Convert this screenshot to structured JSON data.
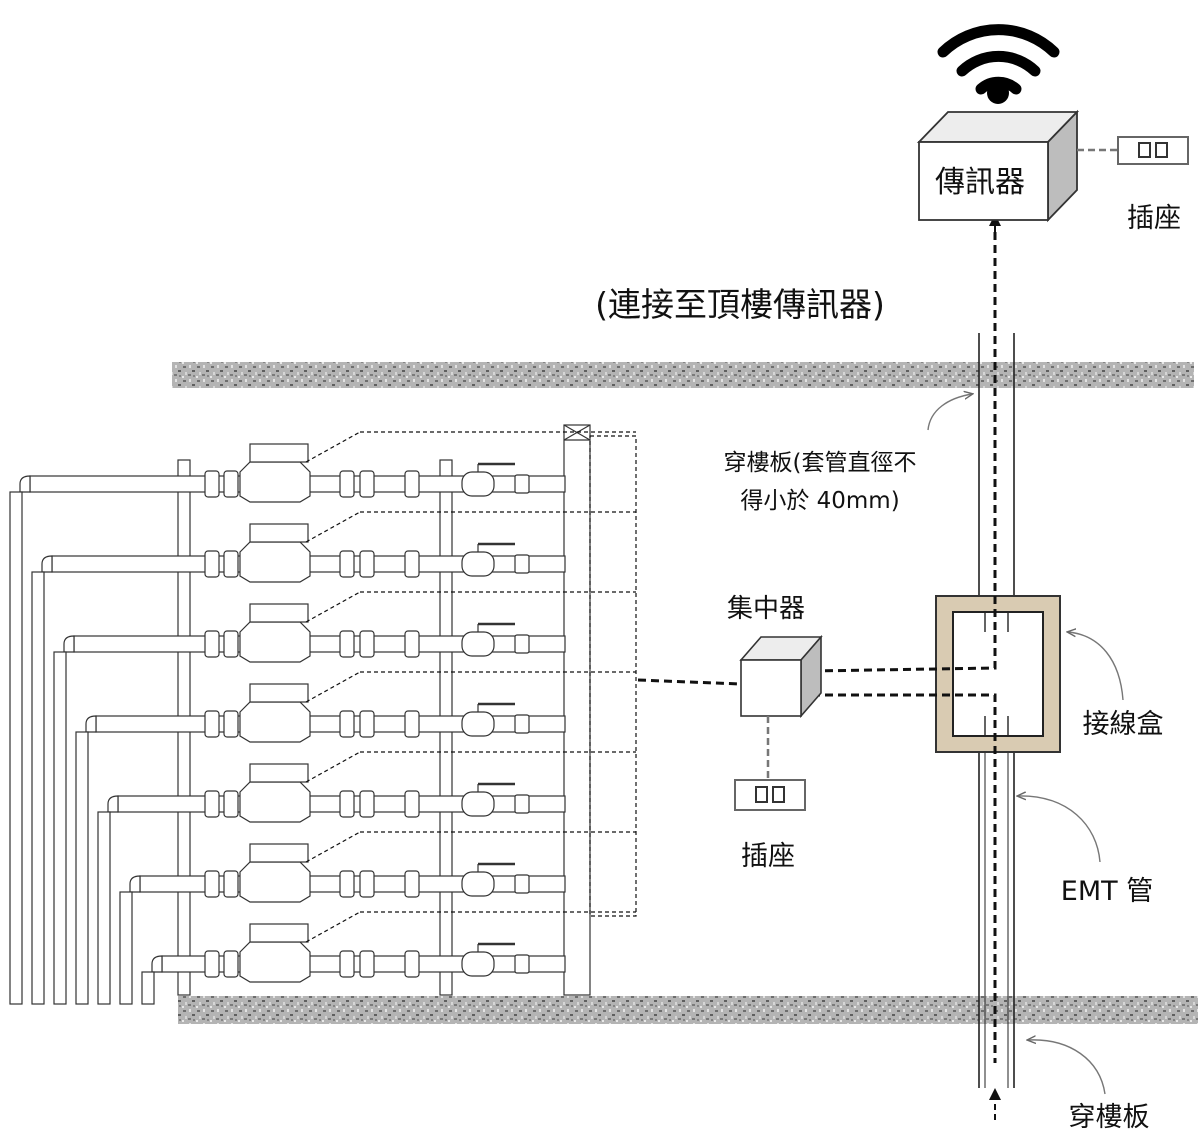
{
  "labels": {
    "transmitter": "傳訊器",
    "outlet_top": "插座",
    "connect_note": "(連接至頂樓傳訊器)",
    "sleeve_note_line1": "穿樓板(套管直徑不",
    "sleeve_note_line2": "得小於 40mm)",
    "concentrator": "集中器",
    "outlet_mid": "插座",
    "junction_box": "接線盒",
    "emt_pipe": "EMT 管",
    "floor_penetration": "穿樓板"
  },
  "meter_rows": 7,
  "colors": {
    "line": "#222222",
    "slab": "#9a9a9a",
    "junction_frame": "#d9cbb2",
    "outlet": "#666666"
  },
  "icons": [
    "wifi-icon",
    "outlet-icon",
    "water-meter-icon",
    "ball-valve-icon"
  ]
}
